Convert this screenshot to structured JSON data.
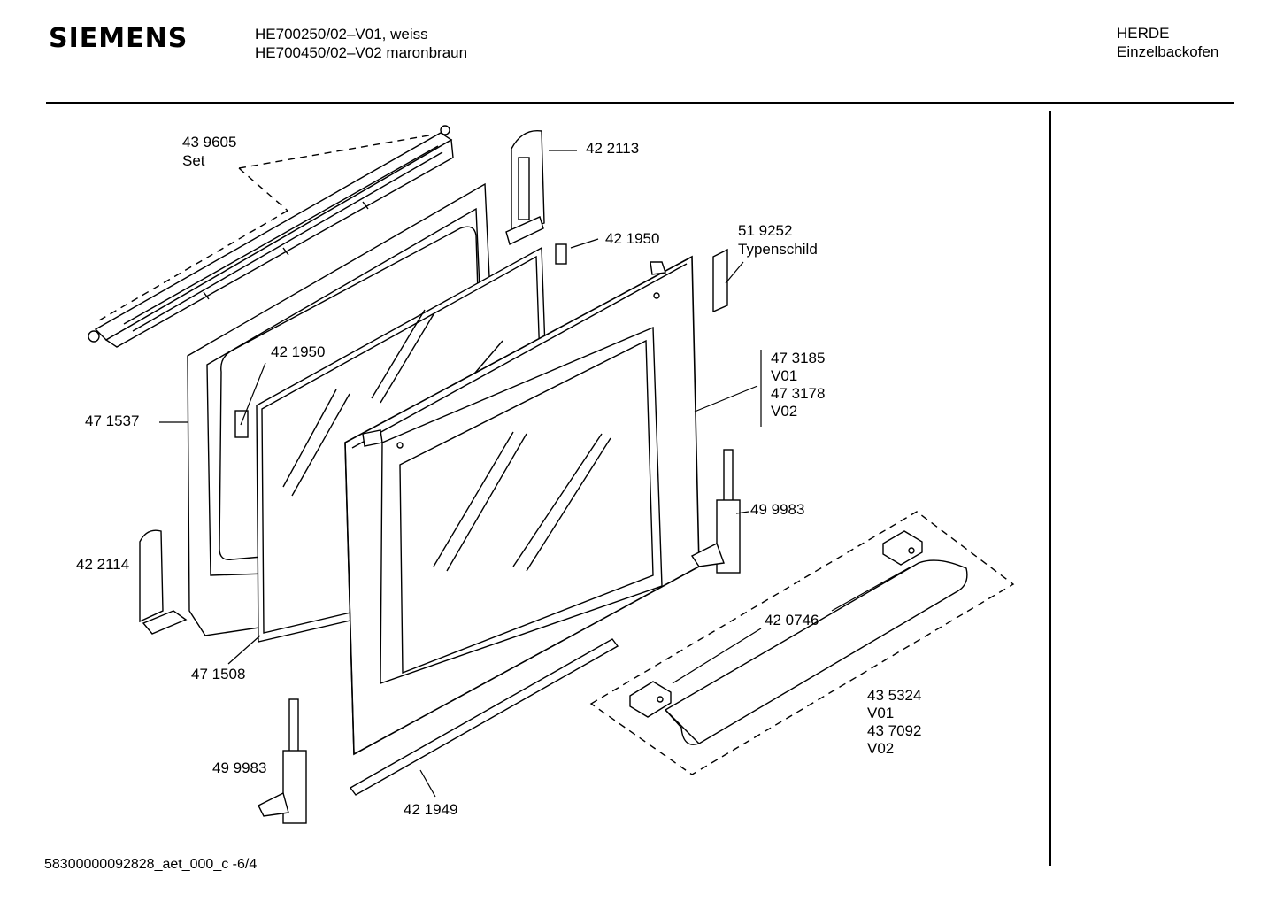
{
  "header": {
    "brand": "SIEMENS",
    "model_line_1": "HE700250/02–V01, weiss",
    "model_line_2": "HE700450/02–V02 maronbraun",
    "category_line_1": "HERDE",
    "category_line_2": "Einzelbackofen"
  },
  "parts": {
    "p439605": "43 9605",
    "p439605_note": "Set",
    "p422113": "42 2113",
    "p421950_a": "42 1950",
    "p519252": "51 9252",
    "p519252_note": "Typenschild",
    "p421950_b": "42 1950",
    "p473185": "47 3185",
    "p473185_note": "V01",
    "p473178": "47 3178",
    "p473178_note": "V02",
    "p471537": "47 1537",
    "p499983_a": "49 9983",
    "p422114": "42 2114",
    "p420746": "42 0746",
    "p471508": "47 1508",
    "p435324": "43 5324",
    "p435324_note": "V01",
    "p437092": "43 7092",
    "p437092_note": "V02",
    "p499983_b": "49 9983",
    "p421949": "42 1949"
  },
  "footer": {
    "doc_id": "58300000092828_aet_000_c  -6/4"
  }
}
